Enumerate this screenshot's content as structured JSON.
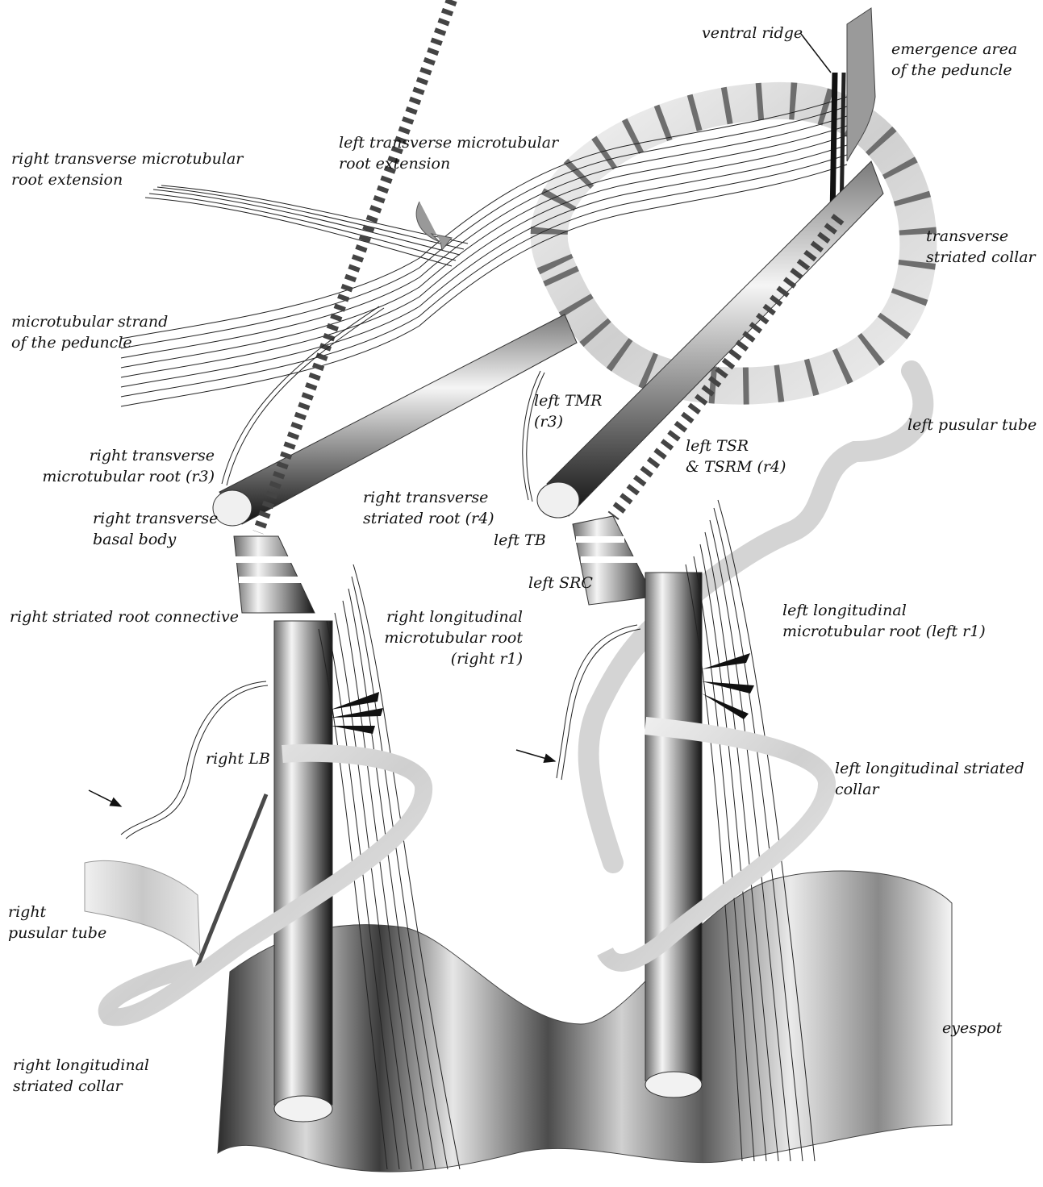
{
  "figure": {
    "labels": {
      "ventral_ridge": "ventral ridge",
      "emergence_area": "emergence area\nof the peduncle",
      "right_transverse_mt_ext": "right transverse microtubular\nroot extension",
      "left_transverse_mt_ext": "left transverse microtubular\nroot extension",
      "transverse_striated_collar": "transverse\nstriated collar",
      "microtubular_strand": "microtubular strand\nof the peduncle",
      "left_tmr": "left TMR\n(r3)",
      "left_pusular_tube": "left pusular tube",
      "right_transverse_mt_root": "right transverse\nmicrotubular root (r3)",
      "left_tsr": "left TSR\n& TSRM (r4)",
      "right_transverse_striated_root": "right transverse\nstriated root (r4)",
      "right_transverse_basal_body": "right transverse\nbasal body",
      "left_tb": "left TB",
      "left_src": "left SRC",
      "right_striated_root_connective": "right striated root connective",
      "right_longitudinal_mt_root": "right longitudinal\nmicrotubular root\n(right r1)",
      "left_longitudinal_mt_root": "left longitudinal\nmicrotubular root (left r1)",
      "right_lb": "right LB",
      "left_longitudinal_striated_collar": "left longitudinal striated\ncollar",
      "right_pusular_tube": "right\npusular tube",
      "eyespot": "eyespot",
      "right_longitudinal_striated_collar": "right longitudinal\nstriated collar"
    },
    "colors": {
      "ink": "#111111",
      "tube_light": "#f2f2f2",
      "tube_mid": "#9a9a9a",
      "tube_dark": "#1a1a1a",
      "collar_fill": "#e0e0e0",
      "collar_band": "#6e6e6e",
      "eyespot_dark": "#3a3a3a",
      "eyespot_light": "#ededed"
    }
  }
}
